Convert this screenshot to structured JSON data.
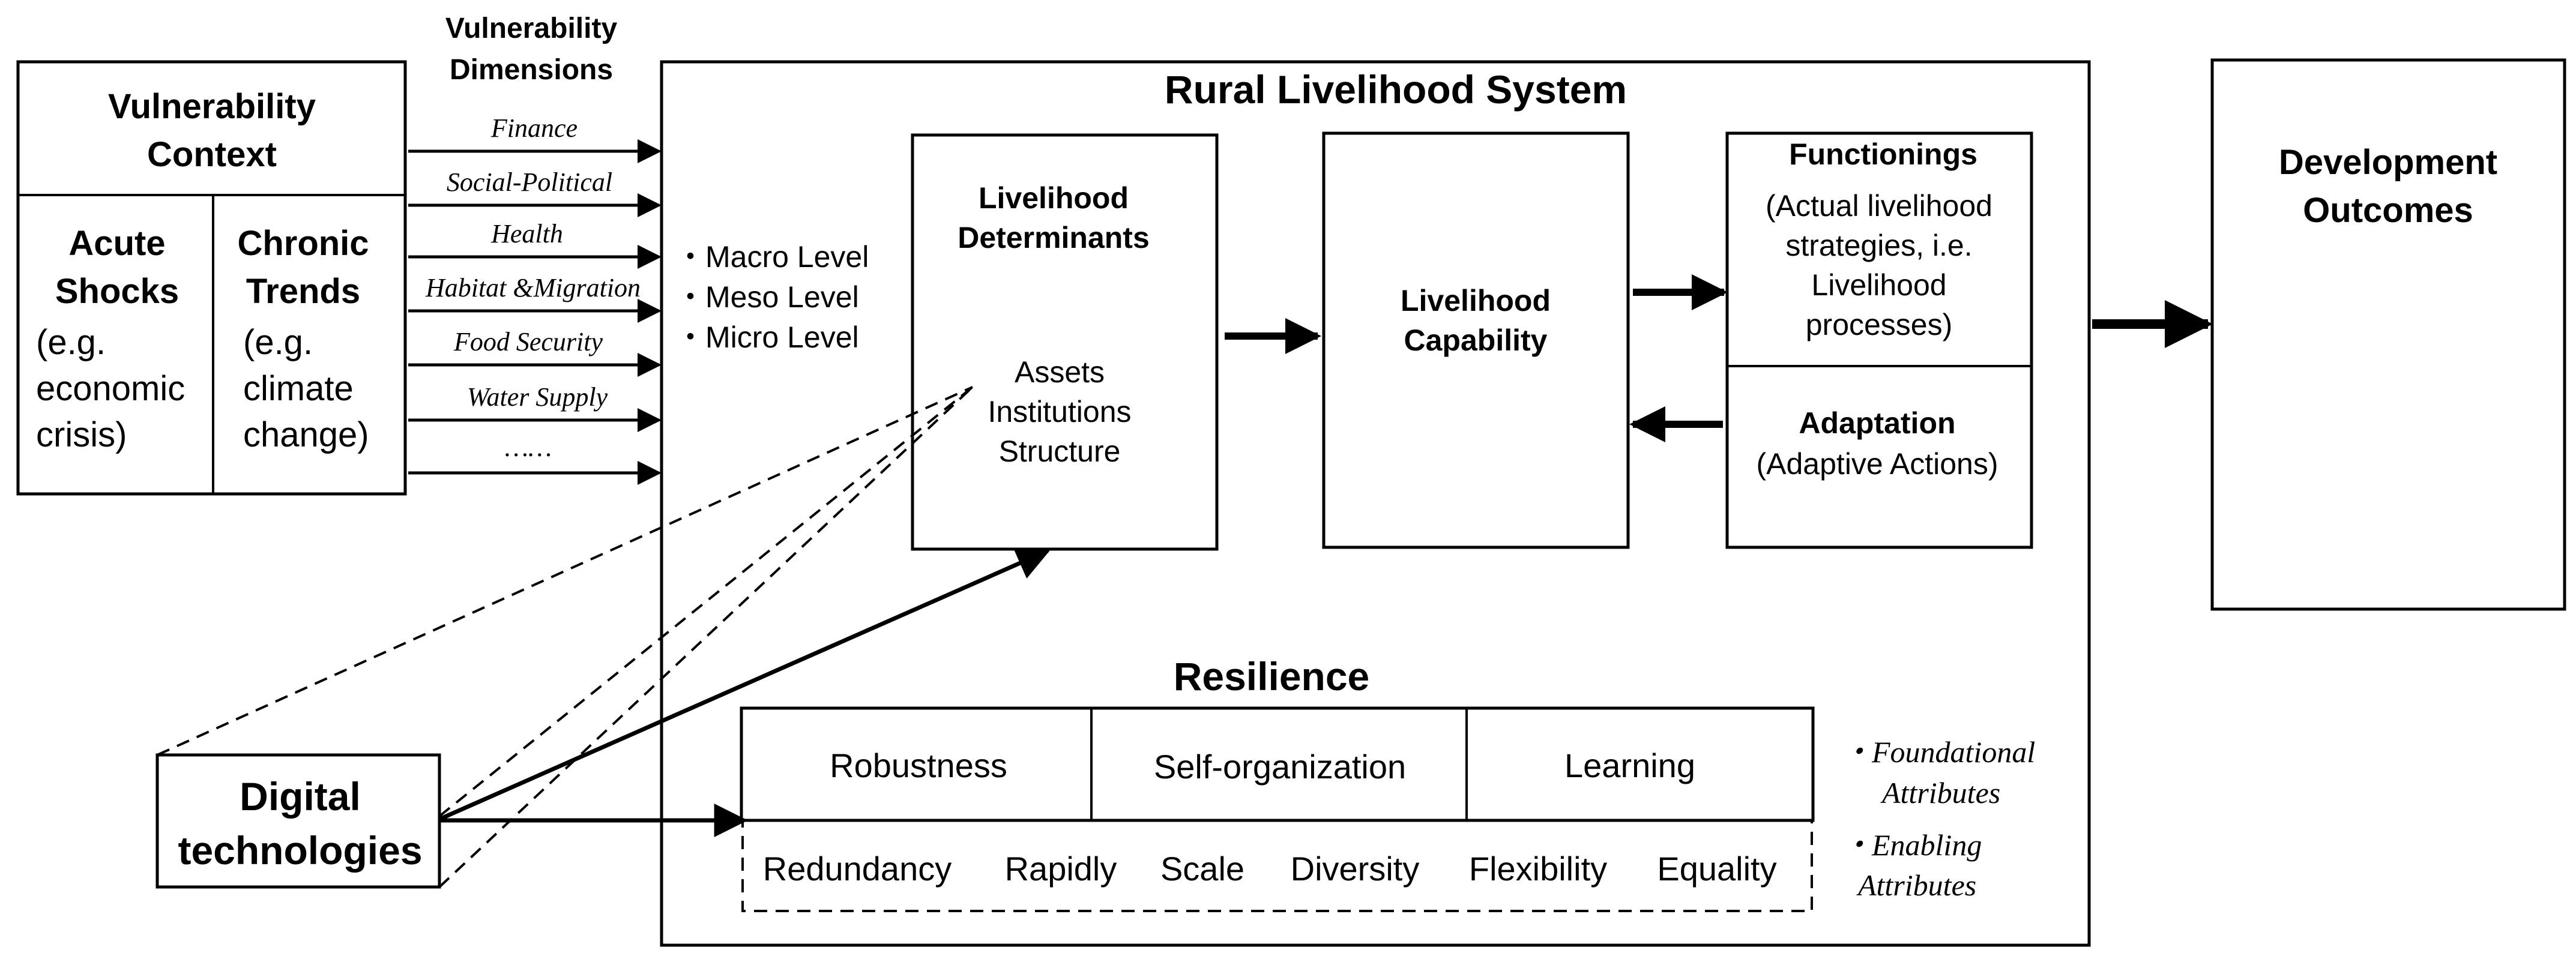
{
  "vulnerability_dimensions": {
    "title_line1": "Vulnerability",
    "title_line2": "Dimensions",
    "items": [
      "Finance",
      "Social-Political",
      "Health",
      "Habitat &Migration",
      "Food Security",
      "Water Supply",
      "……"
    ]
  },
  "vulnerability_context": {
    "title_line1": "Vulnerability",
    "title_line2": "Context",
    "acute": {
      "title_line1": "Acute",
      "title_line2": "Shocks",
      "example_lines": [
        "(e.g.",
        "economic",
        "crisis)"
      ]
    },
    "chronic": {
      "title_line1": "Chronic",
      "title_line2": "Trends",
      "example_lines": [
        "(e.g.",
        "climate",
        "change)"
      ]
    }
  },
  "rural_livelihood_system": {
    "title": "Rural Livelihood System",
    "levels": [
      "・Macro Level",
      "・Meso Level",
      "・Micro Level"
    ],
    "determinants": {
      "title_line1": "Livelihood",
      "title_line2": "Determinants",
      "items": [
        "Assets",
        "Institutions",
        "Structure"
      ]
    },
    "capability": {
      "title_line1": "Livelihood",
      "title_line2": "Capability"
    },
    "functionings": {
      "title": "Functionings",
      "desc_lines": [
        "(Actual livelihood",
        "strategies, i.e.",
        "Livelihood",
        "processes)"
      ]
    },
    "adaptation": {
      "title": "Adaptation",
      "desc": "(Adaptive Actions)"
    }
  },
  "resilience": {
    "title": "Resilience",
    "foundational": [
      "Robustness",
      "Self-organization",
      "Learning"
    ],
    "enabling": [
      "Redundancy",
      "Rapidly",
      "Scale",
      "Diversity",
      "Flexibility",
      "Equality"
    ],
    "foundational_note_line1": "・Foundational",
    "foundational_note_line2": "Attributes",
    "enabling_note_line1": "・Enabling",
    "enabling_note_line2": "Attributes"
  },
  "digital_technologies": {
    "line1": "Digital",
    "line2": "technologies"
  },
  "development_outcomes": {
    "line1": "Development",
    "line2": "Outcomes"
  }
}
